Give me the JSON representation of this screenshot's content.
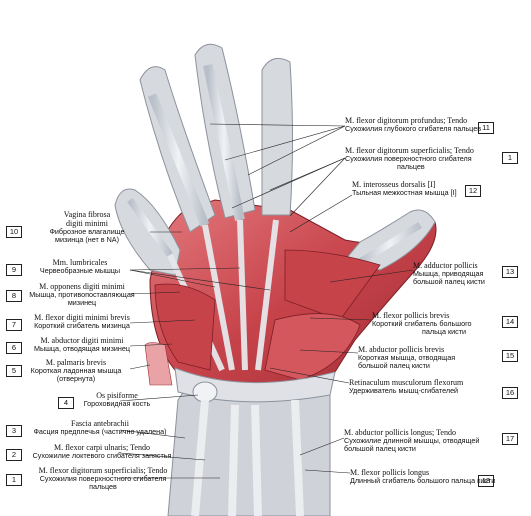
{
  "labels": {
    "l11": {
      "num": "11",
      "lat": "M. flexor digitorum profundus; Tendo",
      "rus": "Сухожилия глубокого сгибателя пальцев"
    },
    "l1a": {
      "num": "1",
      "lat": "M. flexor digitorum superficialis; Tendo",
      "rus": "Сухожилия поверхностного сгибателя",
      "rus2": "пальцев"
    },
    "l12": {
      "num": "12",
      "lat": "M. interosseus dorsalis [I]",
      "rus": "Тыльная межкостная мышца [I]"
    },
    "l10": {
      "num": "10",
      "lat": "Vagina fibrosa",
      "lat2": "digiti minimi",
      "rus": "Фиброзное влагалище",
      "rus2": "мизинца (нет в NA)"
    },
    "l13": {
      "num": "13",
      "lat": "M. adductor pollicis",
      "rus": "Мышца, приводящая",
      "rus2": "большой палец кисти"
    },
    "l9": {
      "num": "9",
      "lat": "Mm. lumbricales",
      "rus": "Червеобразные мышцы"
    },
    "l8": {
      "num": "8",
      "lat": "M. opponens digiti minimi",
      "rus": "Мышца, противопоставляющая",
      "rus2": "мизинец"
    },
    "l14": {
      "num": "14",
      "lat": "M. flexor pollicis brevis",
      "rus": "Короткий сгибатель большого",
      "rus2": "пальца кисти"
    },
    "l7": {
      "num": "7",
      "lat": "M. flexor digiti minimi brevis",
      "rus": "Короткий сгибатель мизинца"
    },
    "l6": {
      "num": "6",
      "lat": "M. abductor digiti minimi",
      "rus": "Мышца, отводящая мизинец"
    },
    "l15": {
      "num": "15",
      "lat": "M. abductor pollicis brevis",
      "rus": "Короткая мышца, отводящая",
      "rus2": "большой палец кисти"
    },
    "l5": {
      "num": "5",
      "lat": "M. palmaris brevis",
      "rus": "Короткая ладонная мышца",
      "rus2": "(отвернута)"
    },
    "l16": {
      "num": "16",
      "lat": "Retinaculum musculorum flexorum",
      "rus": "Удерживатель мышц-сгибателей"
    },
    "l4": {
      "num": "4",
      "lat": "Os pisiforme",
      "rus": "Гороховидная кость"
    },
    "l3": {
      "num": "3",
      "lat": "Fascia antebrachii",
      "rus": "Фасция предплечья (частично удалена)"
    },
    "l2": {
      "num": "2",
      "lat": "M. flexor carpi ulnaris; Tendo",
      "rus": "Сухожилие локтевого сгибателя запястья"
    },
    "l17": {
      "num": "17",
      "lat": "M. abductor pollicis longus; Tendo",
      "rus": "Сухожилие длинной мышцы, отводящей",
      "rus2": "большой палец кисти"
    },
    "l1b": {
      "num": "1",
      "lat": "M. flexor digitorum superficialis; Tendo",
      "rus": "Сухожилия поверхностного сгибателя",
      "rus2": "пальцев"
    },
    "l18": {
      "num": "18",
      "lat": "M. flexor pollicis longus",
      "rus": "Длинный сгибатель большого пальца кисти"
    }
  },
  "colors": {
    "muscle": "#c7434a",
    "muscle_light": "#e27a7e",
    "tendon": "#e6e8ec",
    "tendon_shade": "#b9bfc8",
    "skin": "#c9ccd2"
  }
}
